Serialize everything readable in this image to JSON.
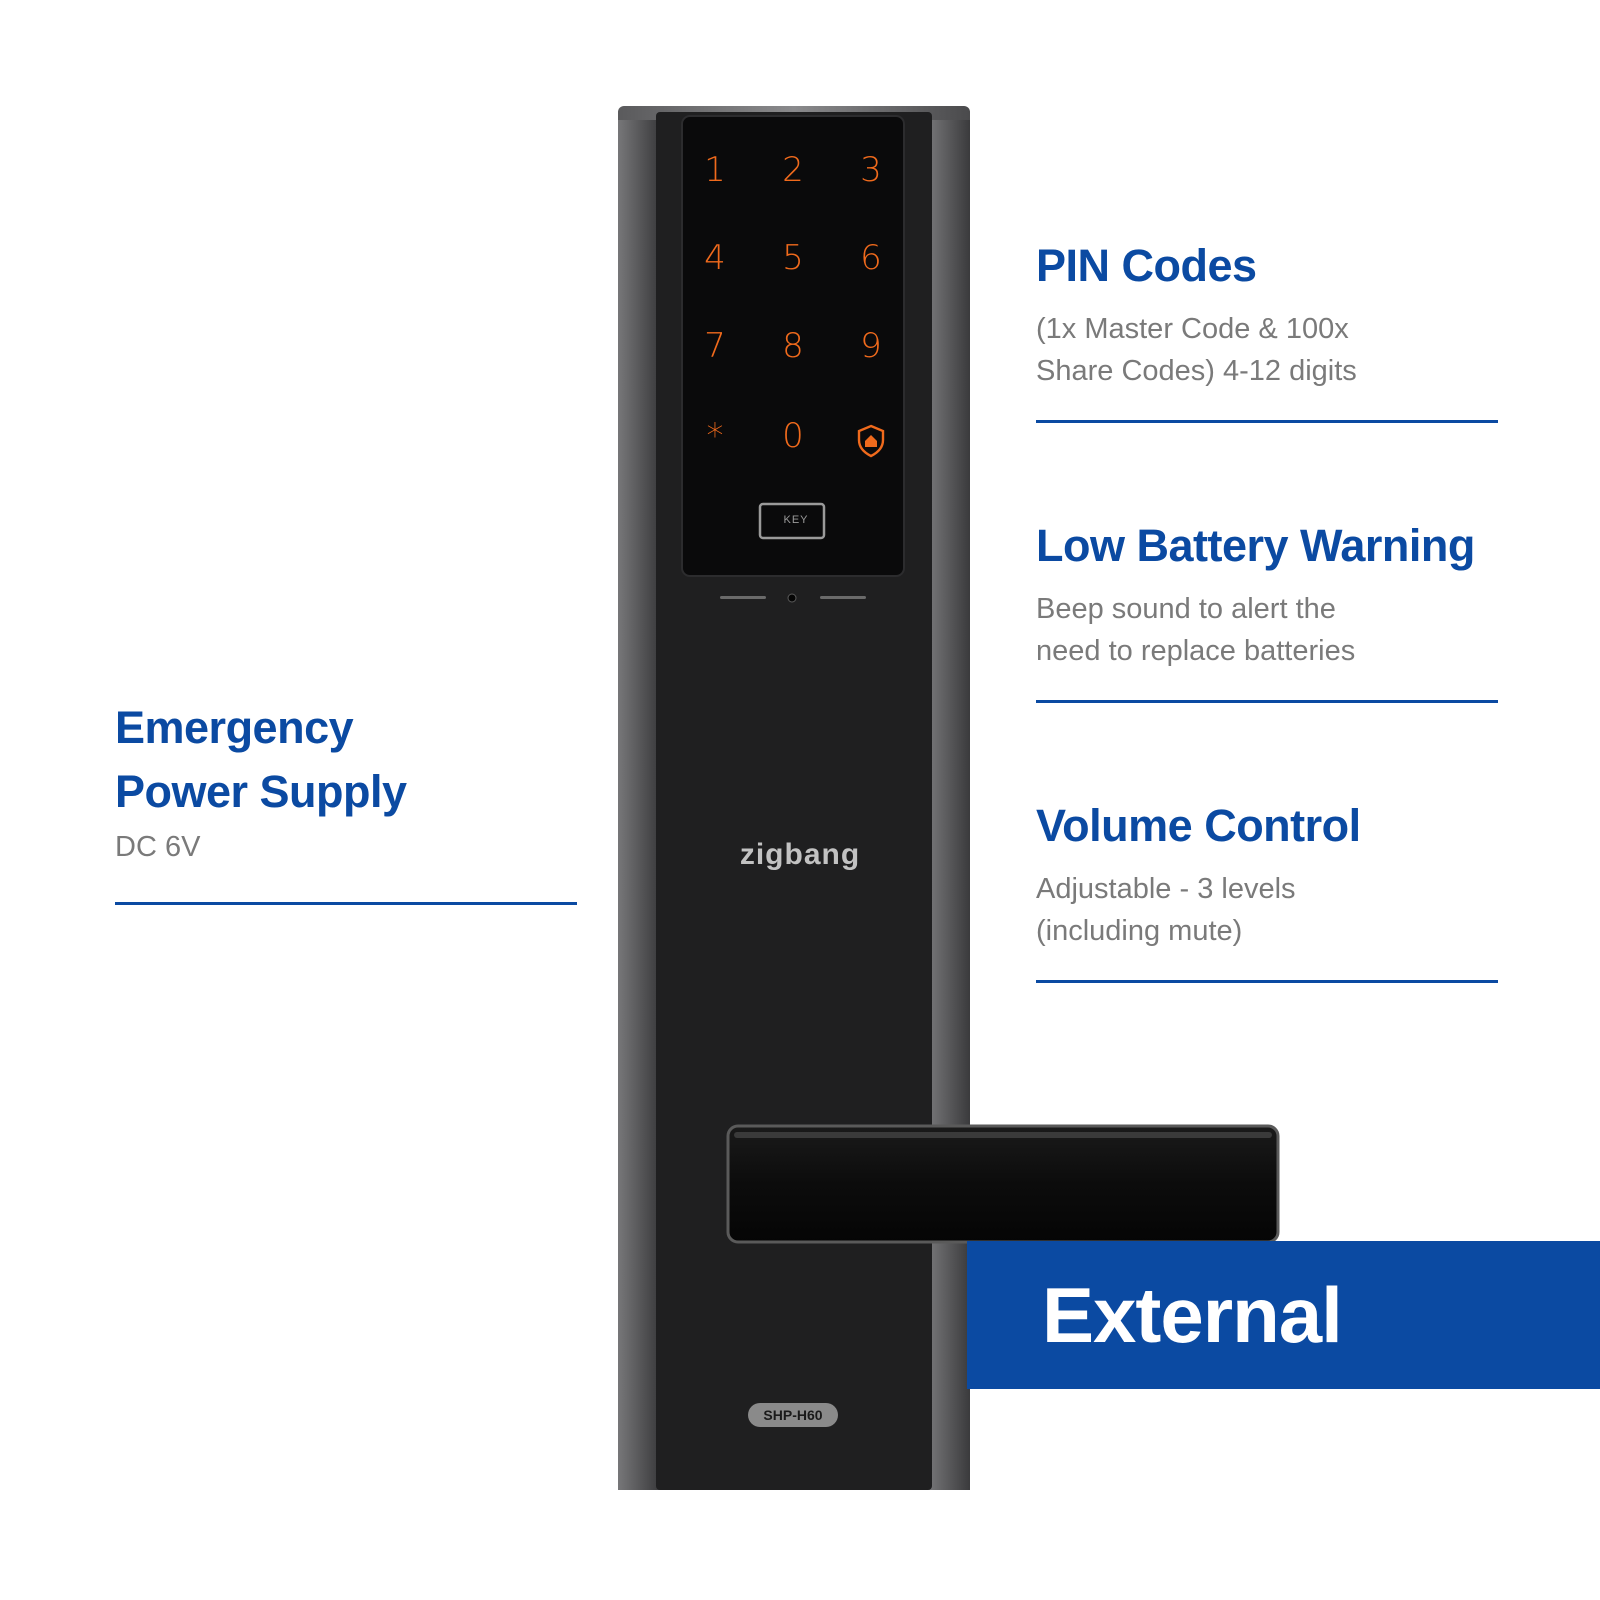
{
  "features": {
    "emergency": {
      "title_line1": "Emergency",
      "title_line2": "Power Supply",
      "desc": "DC 6V"
    },
    "pin": {
      "title": "PIN Codes",
      "desc_line1": "(1x Master Code & 100x",
      "desc_line2": "Share Codes) 4-12 digits"
    },
    "battery": {
      "title": "Low Battery Warning",
      "desc_line1": "Beep sound to alert the",
      "desc_line2": "need to replace batteries"
    },
    "volume": {
      "title": "Volume Control",
      "desc_line1": "Adjustable - 3 levels",
      "desc_line2": "(including mute)"
    }
  },
  "banner": {
    "label": "External"
  },
  "lock": {
    "keypad": [
      "1",
      "2",
      "3",
      "4",
      "5",
      "6",
      "7",
      "8",
      "9",
      "*",
      "0"
    ],
    "security_key_icon": "home-shield-icon",
    "card_reader_label": "KEY",
    "brand": "zigbang",
    "model": "SHP-H60"
  },
  "colors": {
    "accent": "#0b4aa2",
    "keypad_glow": "#f06a1c",
    "description_text": "#7a7a7a"
  }
}
